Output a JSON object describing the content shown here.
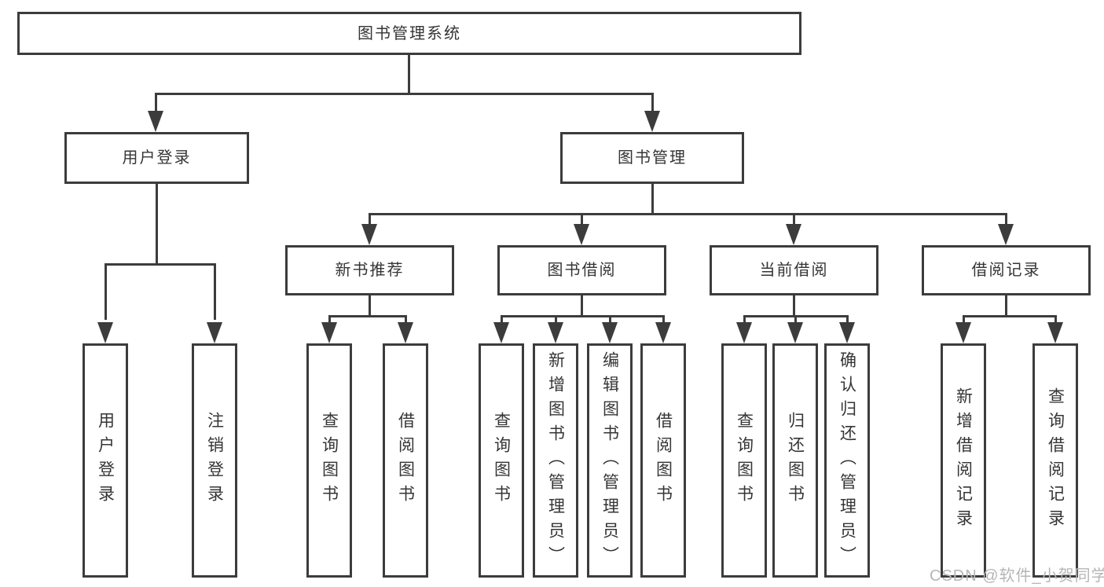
{
  "diagram": {
    "title": "图书管理系统",
    "root": {
      "label": "图书管理系统"
    },
    "level1": [
      {
        "label": "用户登录"
      },
      {
        "label": "图书管理"
      }
    ],
    "level2": [
      {
        "label": "新书推荐",
        "parent": "图书管理"
      },
      {
        "label": "图书借阅",
        "parent": "图书管理"
      },
      {
        "label": "当前借阅",
        "parent": "图书管理"
      },
      {
        "label": "借阅记录",
        "parent": "图书管理"
      }
    ],
    "leaves": [
      {
        "label": "用户登录",
        "parent": "用户登录"
      },
      {
        "label": "注销登录",
        "parent": "用户登录"
      },
      {
        "label": "查询图书",
        "parent": "新书推荐"
      },
      {
        "label": "借阅图书",
        "parent": "新书推荐"
      },
      {
        "label": "查询图书",
        "parent": "图书借阅"
      },
      {
        "label": "新增图书（管理员）",
        "parent": "图书借阅"
      },
      {
        "label": "编辑图书（管理员）",
        "parent": "图书借阅"
      },
      {
        "label": "借阅图书",
        "parent": "图书借阅"
      },
      {
        "label": "查询图书",
        "parent": "当前借阅"
      },
      {
        "label": "归还图书",
        "parent": "当前借阅"
      },
      {
        "label": "确认归还（管理员）",
        "parent": "当前借阅"
      },
      {
        "label": "新增借阅记录",
        "parent": "借阅记录"
      },
      {
        "label": "查询借阅记录",
        "parent": "借阅记录"
      }
    ],
    "colors": {
      "line": "#3c3c3c",
      "text": "#353535",
      "background": "#ffffff",
      "watermark": "#b6b6b6"
    },
    "watermark": "CSDN @软件_小贺同学"
  }
}
